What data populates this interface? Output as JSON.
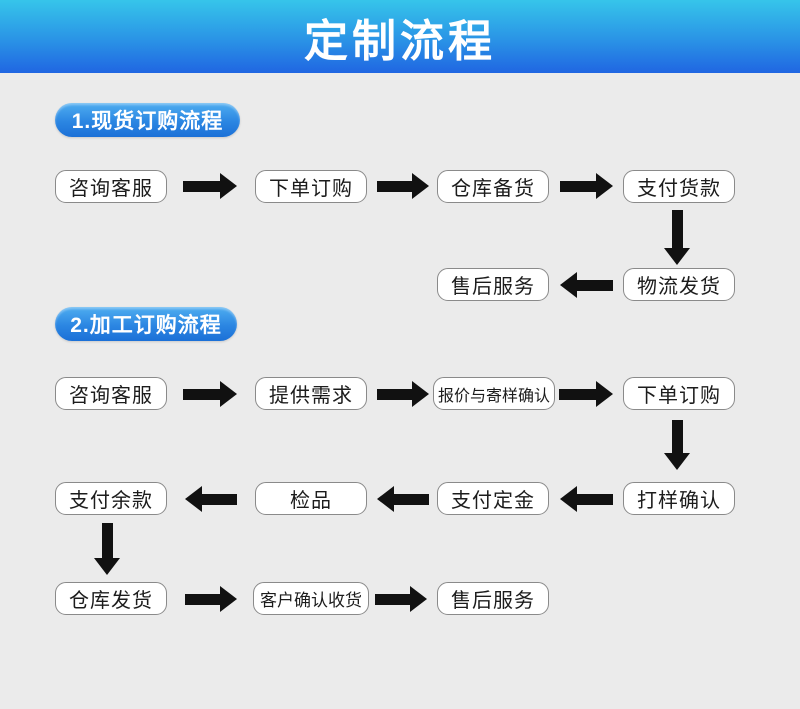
{
  "banner": {
    "title": "定制流程"
  },
  "colors": {
    "background": "#ebebeb",
    "banner_gradient_top": "#36c5ea",
    "banner_gradient_bottom": "#2066e2",
    "pill_gradient_top": "#4fadf0",
    "pill_gradient_bottom": "#1b70d7",
    "node_background": "#ffffff",
    "node_border": "#8a8a8a",
    "arrow": "#111111",
    "text": "#1c1c1c"
  },
  "flow1": {
    "label": "1.现货订购流程",
    "row1": [
      "咨询客服",
      "下单订购",
      "仓库备货",
      "支付货款"
    ],
    "row2": [
      "售后服务",
      "物流发货"
    ]
  },
  "flow2": {
    "label": "2.加工订购流程",
    "row1": [
      "咨询客服",
      "提供需求",
      "报价与寄样确认",
      "下单订购"
    ],
    "row2": [
      "支付余款",
      "检品",
      "支付定金",
      "打样确认"
    ],
    "row3": [
      "仓库发货",
      "客户确认收货",
      "售后服务"
    ]
  }
}
